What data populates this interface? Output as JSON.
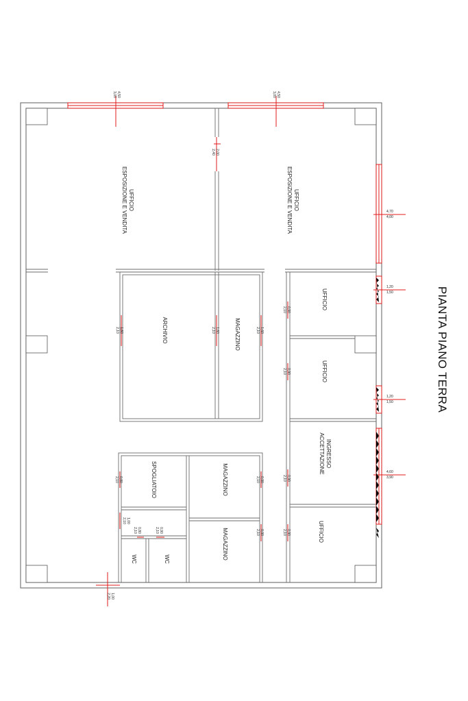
{
  "plan": {
    "title": "PIANTA PIANO TERRA",
    "accent_color": "#e01b1b",
    "wall_color": "#6b6b6b",
    "rooms": [
      {
        "id": "ufficio-esposizione-1",
        "line1": "UFFICIO",
        "line2": "ESPOSIZIONE E VENDITA"
      },
      {
        "id": "ufficio-esposizione-2",
        "line1": "UFFICIO",
        "line2": "ESPOSIZIONE E VENDITA"
      },
      {
        "id": "archivio",
        "line1": "ARCHIVIO"
      },
      {
        "id": "magazzino-1",
        "line1": "MAGAZZINO"
      },
      {
        "id": "ufficio-1",
        "line1": "UFFICIO"
      },
      {
        "id": "ufficio-2",
        "line1": "UFFICIO"
      },
      {
        "id": "ingresso",
        "line1": "INGRESSO",
        "line2": "ACCETTAZIONE"
      },
      {
        "id": "ufficio-3",
        "line1": "UFFICIO"
      },
      {
        "id": "spogliatoio",
        "line1": "SPOGLIATOIO"
      },
      {
        "id": "magazzino-2",
        "line1": "MAGAZZINO"
      },
      {
        "id": "magazzino-3",
        "line1": "MAGAZZINO"
      },
      {
        "id": "wc-1",
        "line1": "WC"
      },
      {
        "id": "wc-2",
        "line1": "WC"
      }
    ],
    "dimensions": [
      {
        "id": "win-top-left",
        "a": "4,50",
        "b": "3,00"
      },
      {
        "id": "win-top-right",
        "a": "4,50",
        "b": "3,00"
      },
      {
        "id": "door-offices",
        "a": "2,00",
        "b": "2,40"
      },
      {
        "id": "win-right-large",
        "a": "4,70",
        "b": "4,00"
      },
      {
        "id": "win-right-ufficio1",
        "a": "1,20",
        "b": "1,50"
      },
      {
        "id": "win-right-ufficio2",
        "a": "1,20",
        "b": "1,50"
      },
      {
        "id": "win-right-ingresso",
        "a": "4,60",
        "b": "3,90"
      },
      {
        "id": "door-ufficio1",
        "a": "0,90",
        "b": "2,10"
      },
      {
        "id": "door-ufficio2",
        "a": "0,90",
        "b": "2,10"
      },
      {
        "id": "door-ingresso",
        "a": "0,90",
        "b": "2,10"
      },
      {
        "id": "door-ufficio3",
        "a": "0,90",
        "b": "2,10"
      },
      {
        "id": "door-archivio",
        "a": "1,60",
        "b": "2,10"
      },
      {
        "id": "door-magazzino1-left",
        "a": "1,60",
        "b": "2,10"
      },
      {
        "id": "door-magazzino1-right",
        "a": "1,60",
        "b": "2,10"
      },
      {
        "id": "door-spogliatoio",
        "a": "0,80",
        "b": "2,10"
      },
      {
        "id": "door-magazzino2",
        "a": "0,90",
        "b": "2,10"
      },
      {
        "id": "door-magazzino3",
        "a": "0,90",
        "b": "2,10"
      },
      {
        "id": "door-antibagno",
        "a": "1,00",
        "b": "2,10"
      },
      {
        "id": "door-wc1",
        "a": "0,80",
        "b": "2,10"
      },
      {
        "id": "door-wc2",
        "a": "0,90",
        "b": "2,10"
      },
      {
        "id": "door-bottom",
        "a": "1,00",
        "b": "2,20"
      }
    ]
  }
}
